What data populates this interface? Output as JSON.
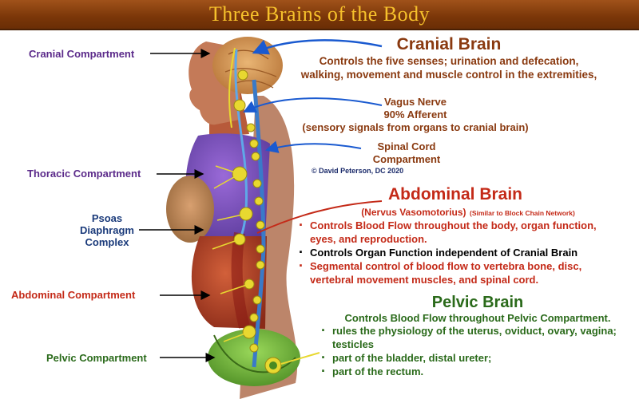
{
  "title": "Three Brains of the Body",
  "compartments": {
    "cranial": "Cranial Compartment",
    "thoracic": "Thoracic Compartment",
    "psoas_line1": "Psoas",
    "psoas_line2": "Diaphragm",
    "psoas_line3": "Complex",
    "abdominal": "Abdominal Compartment",
    "pelvic": "Pelvic Compartment"
  },
  "cranial_brain": {
    "heading": "Cranial Brain",
    "line1": "Controls the five senses; urination and defecation,",
    "line2": "walking, movement and muscle control in the extremities,"
  },
  "vagus": {
    "line1": "Vagus Nerve",
    "line2": "90% Afferent",
    "line3": "(sensory signals from organs to cranial brain)"
  },
  "spinal_cord": {
    "line1": "Spinal Cord",
    "line2": "Compartment"
  },
  "copyright": "© David Peterson, DC 2020",
  "abdominal_brain": {
    "heading": "Abdominal Brain",
    "subheading": "(Nervus Vasomotorius)",
    "subnote": "(Similar to Block Chain Network)",
    "bullets": [
      "Controls Blood Flow throughout the body, organ function, eyes, and reproduction.",
      "Controls Organ Function independent of Cranial Brain",
      "Segmental control of blood flow to vertebra bone, disc, vertebral movement muscles, and spinal cord."
    ]
  },
  "pelvic_brain": {
    "heading": "Pelvic Brain",
    "intro": "Controls Blood Flow throughout Pelvic Compartment.",
    "bullets": [
      "rules the physiology of the uterus, oviduct, ovary, vagina; testicles",
      "part of the bladder, distal ureter;",
      "part of the rectum."
    ]
  },
  "colors": {
    "title_bg": "#7a3608",
    "title_text": "#f6c12c",
    "compartment_purple": "#5b2a8a",
    "abdominal_red": "#c42a18",
    "pelvic_green": "#2a6a1a",
    "cranial_brown": "#8a3a10",
    "nerve_blue": "#2a6ad0",
    "ganglia_yellow": "#e8d830"
  }
}
